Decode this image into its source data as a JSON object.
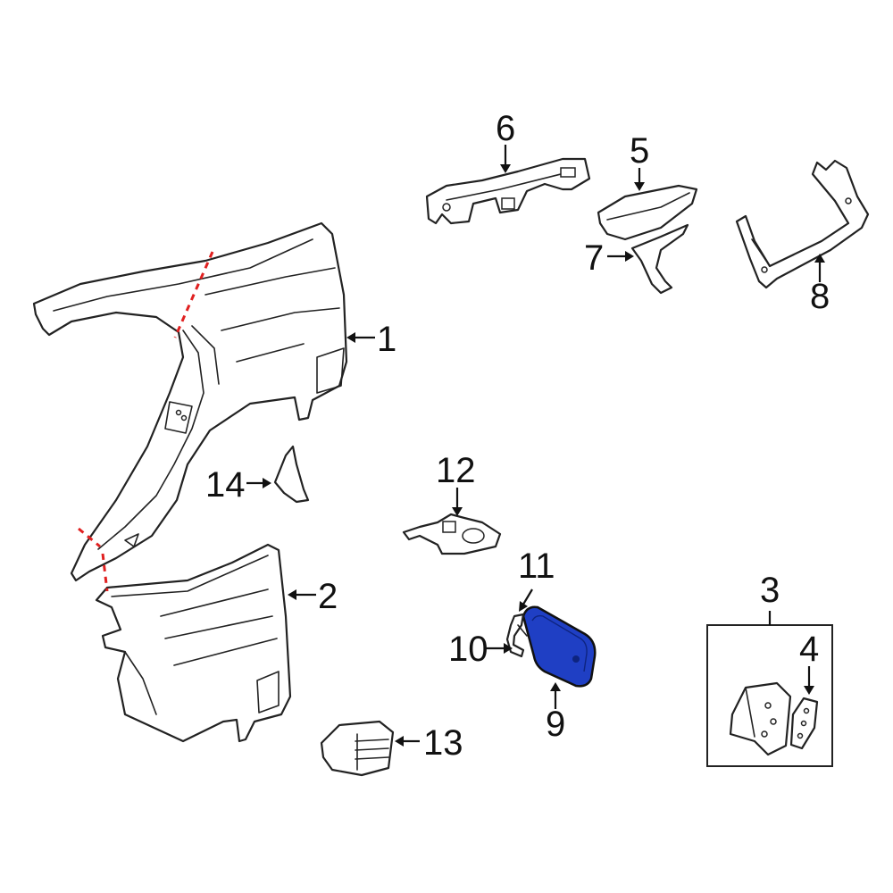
{
  "colors": {
    "highlight": "#1f3fc4",
    "cut_line": "#e02020",
    "line": "#222222"
  },
  "callouts": [
    {
      "id": "1",
      "label": "1"
    },
    {
      "id": "2",
      "label": "2"
    },
    {
      "id": "3",
      "label": "3"
    },
    {
      "id": "4",
      "label": "4"
    },
    {
      "id": "5",
      "label": "5"
    },
    {
      "id": "6",
      "label": "6"
    },
    {
      "id": "7",
      "label": "7"
    },
    {
      "id": "8",
      "label": "8"
    },
    {
      "id": "9",
      "label": "9"
    },
    {
      "id": "10",
      "label": "10"
    },
    {
      "id": "11",
      "label": "11"
    },
    {
      "id": "12",
      "label": "12"
    },
    {
      "id": "13",
      "label": "13"
    },
    {
      "id": "14",
      "label": "14"
    }
  ],
  "highlighted_part": "9"
}
